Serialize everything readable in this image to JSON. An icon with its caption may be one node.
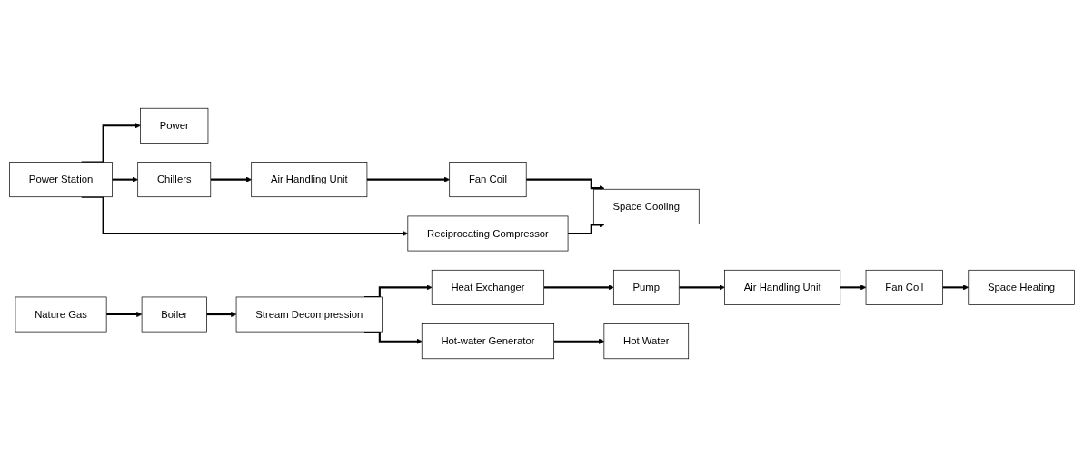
{
  "diagram": {
    "nodes": [
      {
        "text": [
          "Power Station"
        ]
      },
      {
        "text": [
          "Power"
        ]
      },
      {
        "text": [
          "Reciprocating Compressor"
        ]
      },
      {
        "text": [
          "Chillers"
        ]
      },
      {
        "text": [
          "Air Handling Unit"
        ]
      },
      {
        "text": [
          "Fan Coil"
        ]
      },
      {
        "text": [
          "Space Cooling"
        ]
      },
      {
        "text": [
          "Nature Gas"
        ]
      },
      {
        "text": [
          "Boiler"
        ]
      },
      {
        "text": [
          "Stream Decompression"
        ]
      },
      {
        "text": [
          "Heat Exchanger"
        ]
      },
      {
        "text": [
          "Pump"
        ]
      },
      {
        "text": [
          "Air Handling Unit"
        ]
      },
      {
        "text": [
          "Fan Coil"
        ]
      },
      {
        "text": [
          "Space Heating"
        ]
      },
      {
        "text": [
          "Hot-water Generator"
        ]
      },
      {
        "text": [
          "Hot Water"
        ]
      }
    ],
    "edges": [
      {
        "from": 0,
        "to": 1,
        "arrow": "to"
      },
      {
        "from": 0,
        "to": 2,
        "arrow": "to"
      },
      {
        "from": 0,
        "to": 3,
        "arrow": "to"
      },
      {
        "from": 3,
        "to": 4,
        "arrow": "to"
      },
      {
        "from": 4,
        "to": 5,
        "arrow": "to"
      },
      {
        "from": 5,
        "to": 6,
        "arrow": "to"
      },
      {
        "from": 2,
        "to": 6,
        "arrow": "to"
      },
      {
        "from": 7,
        "to": 8,
        "arrow": "to"
      },
      {
        "from": 8,
        "to": 9,
        "arrow": "to"
      },
      {
        "from": 9,
        "to": 10,
        "arrow": "to"
      },
      {
        "from": 9,
        "to": 15,
        "arrow": "to"
      },
      {
        "from": 10,
        "to": 11,
        "arrow": "to"
      },
      {
        "from": 11,
        "to": 12,
        "arrow": "to"
      },
      {
        "from": 12,
        "to": 13,
        "arrow": "to"
      },
      {
        "from": 13,
        "to": 14,
        "arrow": "to"
      },
      {
        "from": 15,
        "to": 16,
        "arrow": "to"
      }
    ]
  }
}
